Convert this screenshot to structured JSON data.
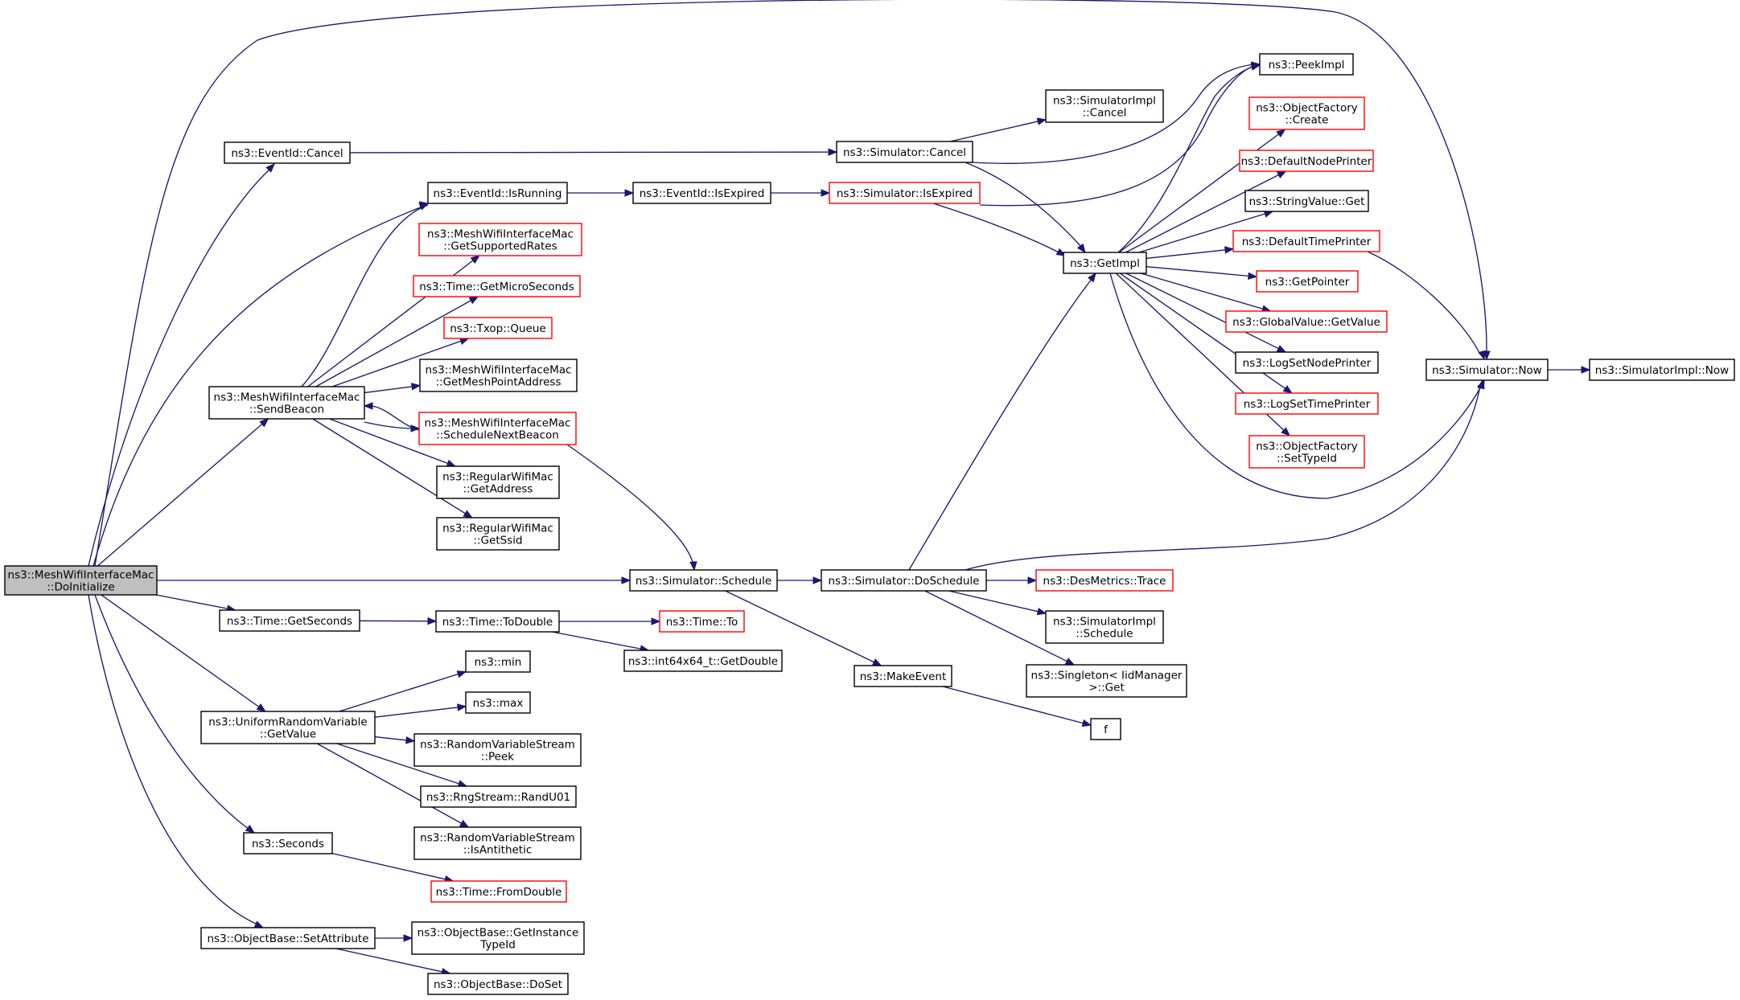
{
  "colors": {
    "edge": "#191970",
    "normal_border": "#000000",
    "truncated_border": "#ff0000",
    "root_fill": "#bfbfbf",
    "node_fill": "#ffffff"
  },
  "nodes": [
    {
      "id": "root",
      "lines": [
        "ns3::MeshWifiInterfaceMac",
        "::DoInitialize"
      ],
      "kind": "root"
    },
    {
      "id": "eventid_cancel",
      "lines": [
        "ns3::EventId::Cancel"
      ],
      "kind": "normal"
    },
    {
      "id": "eventid_isrunning",
      "lines": [
        "ns3::EventId::IsRunning"
      ],
      "kind": "normal"
    },
    {
      "id": "getsupportedrates",
      "lines": [
        "ns3::MeshWifiInterfaceMac",
        "::GetSupportedRates"
      ],
      "kind": "truncated"
    },
    {
      "id": "time_getmicroseconds",
      "lines": [
        "ns3::Time::GetMicroSeconds"
      ],
      "kind": "truncated"
    },
    {
      "id": "txop_queue",
      "lines": [
        "ns3::Txop::Queue"
      ],
      "kind": "truncated"
    },
    {
      "id": "getmeshpointaddress",
      "lines": [
        "ns3::MeshWifiInterfaceMac",
        "::GetMeshPointAddress"
      ],
      "kind": "normal"
    },
    {
      "id": "sendbeacon",
      "lines": [
        "ns3::MeshWifiInterfaceMac",
        "::SendBeacon"
      ],
      "kind": "normal"
    },
    {
      "id": "schedulenextbeacon",
      "lines": [
        "ns3::MeshWifiInterfaceMac",
        "::ScheduleNextBeacon"
      ],
      "kind": "truncated"
    },
    {
      "id": "regular_getaddress",
      "lines": [
        "ns3::RegularWifiMac",
        "::GetAddress"
      ],
      "kind": "normal"
    },
    {
      "id": "regular_getssid",
      "lines": [
        "ns3::RegularWifiMac",
        "::GetSsid"
      ],
      "kind": "normal"
    },
    {
      "id": "time_getseconds",
      "lines": [
        "ns3::Time::GetSeconds"
      ],
      "kind": "normal"
    },
    {
      "id": "uniform_getvalue",
      "lines": [
        "ns3::UniformRandomVariable",
        "::GetValue"
      ],
      "kind": "normal"
    },
    {
      "id": "ns3_min",
      "lines": [
        "ns3::min"
      ],
      "kind": "normal"
    },
    {
      "id": "ns3_max",
      "lines": [
        "ns3::max"
      ],
      "kind": "normal"
    },
    {
      "id": "rvs_peek",
      "lines": [
        "ns3::RandomVariableStream",
        "::Peek"
      ],
      "kind": "normal"
    },
    {
      "id": "rngstream_randu01",
      "lines": [
        "ns3::RngStream::RandU01"
      ],
      "kind": "normal"
    },
    {
      "id": "rvs_isantithetic",
      "lines": [
        "ns3::RandomVariableStream",
        "::IsAntithetic"
      ],
      "kind": "normal"
    },
    {
      "id": "ns3_seconds",
      "lines": [
        "ns3::Seconds"
      ],
      "kind": "normal"
    },
    {
      "id": "time_fromdouble",
      "lines": [
        "ns3::Time::FromDouble"
      ],
      "kind": "truncated"
    },
    {
      "id": "objectbase_setattribute",
      "lines": [
        "ns3::ObjectBase::SetAttribute"
      ],
      "kind": "normal"
    },
    {
      "id": "objectbase_getinstancetypeid",
      "lines": [
        "ns3::ObjectBase::GetInstance",
        "TypeId"
      ],
      "kind": "normal"
    },
    {
      "id": "objectbase_doset",
      "lines": [
        "ns3::ObjectBase::DoSet"
      ],
      "kind": "normal"
    },
    {
      "id": "eventid_isexpired",
      "lines": [
        "ns3::EventId::IsExpired"
      ],
      "kind": "normal"
    },
    {
      "id": "time_todouble",
      "lines": [
        "ns3::Time::ToDouble"
      ],
      "kind": "normal"
    },
    {
      "id": "time_to",
      "lines": [
        "ns3::Time::To"
      ],
      "kind": "truncated"
    },
    {
      "id": "int64x64_getdouble",
      "lines": [
        "ns3::int64x64_t::GetDouble"
      ],
      "kind": "normal"
    },
    {
      "id": "simulator_schedule",
      "lines": [
        "ns3::Simulator::Schedule"
      ],
      "kind": "normal"
    },
    {
      "id": "simulator_cancel",
      "lines": [
        "ns3::Simulator::Cancel"
      ],
      "kind": "normal"
    },
    {
      "id": "simulator_isexpired",
      "lines": [
        "ns3::Simulator::IsExpired"
      ],
      "kind": "truncated"
    },
    {
      "id": "simulator_doschedule",
      "lines": [
        "ns3::Simulator::DoSchedule"
      ],
      "kind": "normal"
    },
    {
      "id": "makeevent",
      "lines": [
        "ns3::MakeEvent"
      ],
      "kind": "normal"
    },
    {
      "id": "simimpl_cancel",
      "lines": [
        "ns3::SimulatorImpl",
        "::Cancel"
      ],
      "kind": "normal"
    },
    {
      "id": "getimpl",
      "lines": [
        "ns3::GetImpl"
      ],
      "kind": "normal"
    },
    {
      "id": "desmetrics_trace",
      "lines": [
        "ns3::DesMetrics::Trace"
      ],
      "kind": "truncated"
    },
    {
      "id": "simimpl_schedule",
      "lines": [
        "ns3::SimulatorImpl",
        "::Schedule"
      ],
      "kind": "normal"
    },
    {
      "id": "singleton_get",
      "lines": [
        "ns3::Singleton< IidManager",
        ">::Get"
      ],
      "kind": "normal"
    },
    {
      "id": "f",
      "lines": [
        "f"
      ],
      "kind": "normal"
    },
    {
      "id": "peekimpl",
      "lines": [
        "ns3::PeekImpl"
      ],
      "kind": "normal"
    },
    {
      "id": "objectfactory_create",
      "lines": [
        "ns3::ObjectFactory",
        "::Create"
      ],
      "kind": "truncated"
    },
    {
      "id": "defaultnodeprinter",
      "lines": [
        "ns3::DefaultNodePrinter"
      ],
      "kind": "truncated"
    },
    {
      "id": "stringvalue_get",
      "lines": [
        "ns3::StringValue::Get"
      ],
      "kind": "normal"
    },
    {
      "id": "defaulttimeprinter",
      "lines": [
        "ns3::DefaultTimePrinter"
      ],
      "kind": "truncated"
    },
    {
      "id": "getpointer",
      "lines": [
        "ns3::GetPointer"
      ],
      "kind": "truncated"
    },
    {
      "id": "globalvalue_getvalue",
      "lines": [
        "ns3::GlobalValue::GetValue"
      ],
      "kind": "truncated"
    },
    {
      "id": "logsetnodeprinter",
      "lines": [
        "ns3::LogSetNodePrinter"
      ],
      "kind": "normal"
    },
    {
      "id": "logsettimeprinter",
      "lines": [
        "ns3::LogSetTimePrinter"
      ],
      "kind": "truncated"
    },
    {
      "id": "objectfactory_settypeid",
      "lines": [
        "ns3::ObjectFactory",
        "::SetTypeId"
      ],
      "kind": "truncated"
    },
    {
      "id": "simulator_now",
      "lines": [
        "ns3::Simulator::Now"
      ],
      "kind": "normal"
    },
    {
      "id": "simimpl_now",
      "lines": [
        "ns3::SimulatorImpl::Now"
      ],
      "kind": "normal"
    }
  ],
  "edges": [
    {
      "from": "root",
      "to": "eventid_cancel"
    },
    {
      "from": "root",
      "to": "eventid_isrunning"
    },
    {
      "from": "root",
      "to": "sendbeacon"
    },
    {
      "from": "root",
      "to": "simulator_schedule"
    },
    {
      "from": "root",
      "to": "time_getseconds"
    },
    {
      "from": "root",
      "to": "uniform_getvalue"
    },
    {
      "from": "root",
      "to": "ns3_seconds"
    },
    {
      "from": "root",
      "to": "objectbase_setattribute"
    },
    {
      "from": "root",
      "to": "simulator_now"
    },
    {
      "from": "eventid_cancel",
      "to": "simulator_cancel"
    },
    {
      "from": "eventid_isrunning",
      "to": "eventid_isexpired"
    },
    {
      "from": "eventid_isexpired",
      "to": "simulator_isexpired"
    },
    {
      "from": "sendbeacon",
      "to": "eventid_isrunning"
    },
    {
      "from": "sendbeacon",
      "to": "getsupportedrates"
    },
    {
      "from": "sendbeacon",
      "to": "time_getmicroseconds"
    },
    {
      "from": "sendbeacon",
      "to": "txop_queue"
    },
    {
      "from": "sendbeacon",
      "to": "getmeshpointaddress"
    },
    {
      "from": "sendbeacon",
      "to": "schedulenextbeacon"
    },
    {
      "from": "schedulenextbeacon",
      "to": "sendbeacon"
    },
    {
      "from": "sendbeacon",
      "to": "regular_getaddress"
    },
    {
      "from": "sendbeacon",
      "to": "regular_getssid"
    },
    {
      "from": "schedulenextbeacon",
      "to": "simulator_schedule"
    },
    {
      "from": "time_getseconds",
      "to": "time_todouble"
    },
    {
      "from": "time_todouble",
      "to": "time_to"
    },
    {
      "from": "time_todouble",
      "to": "int64x64_getdouble"
    },
    {
      "from": "uniform_getvalue",
      "to": "ns3_min"
    },
    {
      "from": "uniform_getvalue",
      "to": "ns3_max"
    },
    {
      "from": "uniform_getvalue",
      "to": "rvs_peek"
    },
    {
      "from": "uniform_getvalue",
      "to": "rngstream_randu01"
    },
    {
      "from": "uniform_getvalue",
      "to": "rvs_isantithetic"
    },
    {
      "from": "ns3_seconds",
      "to": "time_fromdouble"
    },
    {
      "from": "objectbase_setattribute",
      "to": "objectbase_getinstancetypeid"
    },
    {
      "from": "objectbase_setattribute",
      "to": "objectbase_doset"
    },
    {
      "from": "simulator_cancel",
      "to": "simimpl_cancel"
    },
    {
      "from": "simulator_cancel",
      "to": "getimpl"
    },
    {
      "from": "simulator_cancel",
      "to": "peekimpl"
    },
    {
      "from": "simulator_isexpired",
      "to": "getimpl"
    },
    {
      "from": "simulator_isexpired",
      "to": "peekimpl"
    },
    {
      "from": "simulator_schedule",
      "to": "simulator_doschedule"
    },
    {
      "from": "simulator_schedule",
      "to": "makeevent"
    },
    {
      "from": "makeevent",
      "to": "f"
    },
    {
      "from": "simulator_doschedule",
      "to": "getimpl"
    },
    {
      "from": "simulator_doschedule",
      "to": "desmetrics_trace"
    },
    {
      "from": "simulator_doschedule",
      "to": "simimpl_schedule"
    },
    {
      "from": "simulator_doschedule",
      "to": "singleton_get"
    },
    {
      "from": "simulator_doschedule",
      "to": "simulator_now"
    },
    {
      "from": "getimpl",
      "to": "peekimpl"
    },
    {
      "from": "getimpl",
      "to": "objectfactory_create"
    },
    {
      "from": "getimpl",
      "to": "defaultnodeprinter"
    },
    {
      "from": "getimpl",
      "to": "stringvalue_get"
    },
    {
      "from": "getimpl",
      "to": "defaulttimeprinter"
    },
    {
      "from": "getimpl",
      "to": "getpointer"
    },
    {
      "from": "getimpl",
      "to": "globalvalue_getvalue"
    },
    {
      "from": "getimpl",
      "to": "logsetnodeprinter"
    },
    {
      "from": "getimpl",
      "to": "logsettimeprinter"
    },
    {
      "from": "getimpl",
      "to": "objectfactory_settypeid"
    },
    {
      "from": "getimpl",
      "to": "simulator_now"
    },
    {
      "from": "defaulttimeprinter",
      "to": "simulator_now"
    },
    {
      "from": "simulator_now",
      "to": "simimpl_now"
    }
  ]
}
